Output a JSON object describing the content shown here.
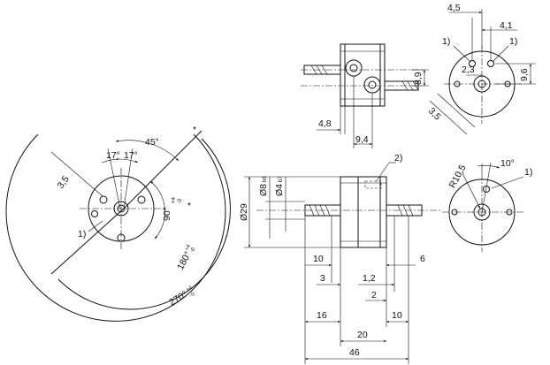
{
  "left_view": {
    "angle_45": "45°",
    "angle_17_left": "17°",
    "angle_17_right": "17°",
    "dim_3_5": "3,5",
    "angle_90": "90°",
    "tol_90_upper": "+4",
    "tol_90_lower": "-0",
    "angle_180": "180°",
    "tol_180_upper": "+4",
    "tol_180_lower": "-0",
    "angle_270": "270°",
    "tol_270_upper": "+4",
    "tol_270_lower": "-0",
    "note_1": "1)",
    "star_top": "*",
    "star_right": "*"
  },
  "top_side_view": {
    "dim_4_8": "4,8",
    "dim_9_4": "9,4",
    "dim_8_9": "8,9"
  },
  "top_end_view": {
    "dim_4_5": "4,5",
    "dim_4_1": "4,1",
    "dim_2_3": "2,3",
    "dim_9_6": "9,6",
    "dim_3_5": "3,5",
    "note_1a": "1)",
    "note_1b": "1)"
  },
  "side_view": {
    "dia_29": "Ø29",
    "dia_8": "Ø8",
    "dia_8_tol": "h8",
    "dia_4": "Ø4",
    "dia_4_tol": "h7",
    "dim_10": "10",
    "dim_3": "3",
    "dim_1_2": "1,2",
    "dim_2": "2",
    "dim_6": "6",
    "dim_16": "16",
    "dim_20": "20",
    "dim_10b": "10",
    "dim_46": "46",
    "note_2": "2)"
  },
  "end_view": {
    "radius": "R10,5",
    "angle_10": "10°",
    "note_1": "1)"
  }
}
